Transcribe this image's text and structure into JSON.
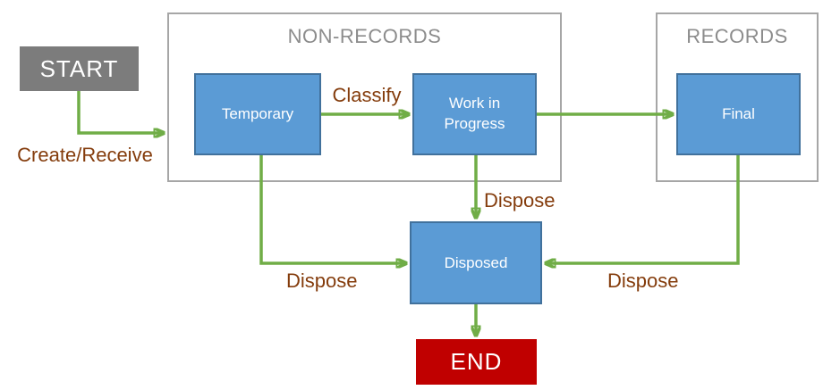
{
  "diagram": {
    "type": "flowchart",
    "containers": {
      "non_records": {
        "title": "NON-RECORDS"
      },
      "records": {
        "title": "RECORDS"
      }
    },
    "nodes": {
      "start": {
        "label": "START"
      },
      "temporary": {
        "label": "Temporary"
      },
      "work_in_progress": {
        "label": "Work in Progress"
      },
      "final": {
        "label": "Final"
      },
      "disposed": {
        "label": "Disposed"
      },
      "end": {
        "label": "END"
      }
    },
    "edges": [
      {
        "from": "start",
        "to": "temporary",
        "label": "Create/Receive"
      },
      {
        "from": "temporary",
        "to": "work_in_progress",
        "label": "Classify"
      },
      {
        "from": "work_in_progress",
        "to": "final",
        "label": ""
      },
      {
        "from": "work_in_progress",
        "to": "disposed",
        "label": "Dispose"
      },
      {
        "from": "temporary",
        "to": "disposed",
        "label": "Dispose"
      },
      {
        "from": "final",
        "to": "disposed",
        "label": "Dispose"
      },
      {
        "from": "disposed",
        "to": "end",
        "label": ""
      }
    ],
    "colors": {
      "state_fill": "#5b9bd5",
      "state_border": "#41719c",
      "start_fill": "#7c7c7c",
      "end_fill": "#c00000",
      "arrow_green": "#70ad47",
      "edge_label_brown": "#843c0c",
      "container_border": "#a6a6a6",
      "container_title": "#8c8c8c",
      "node_text": "#ffffff"
    }
  }
}
